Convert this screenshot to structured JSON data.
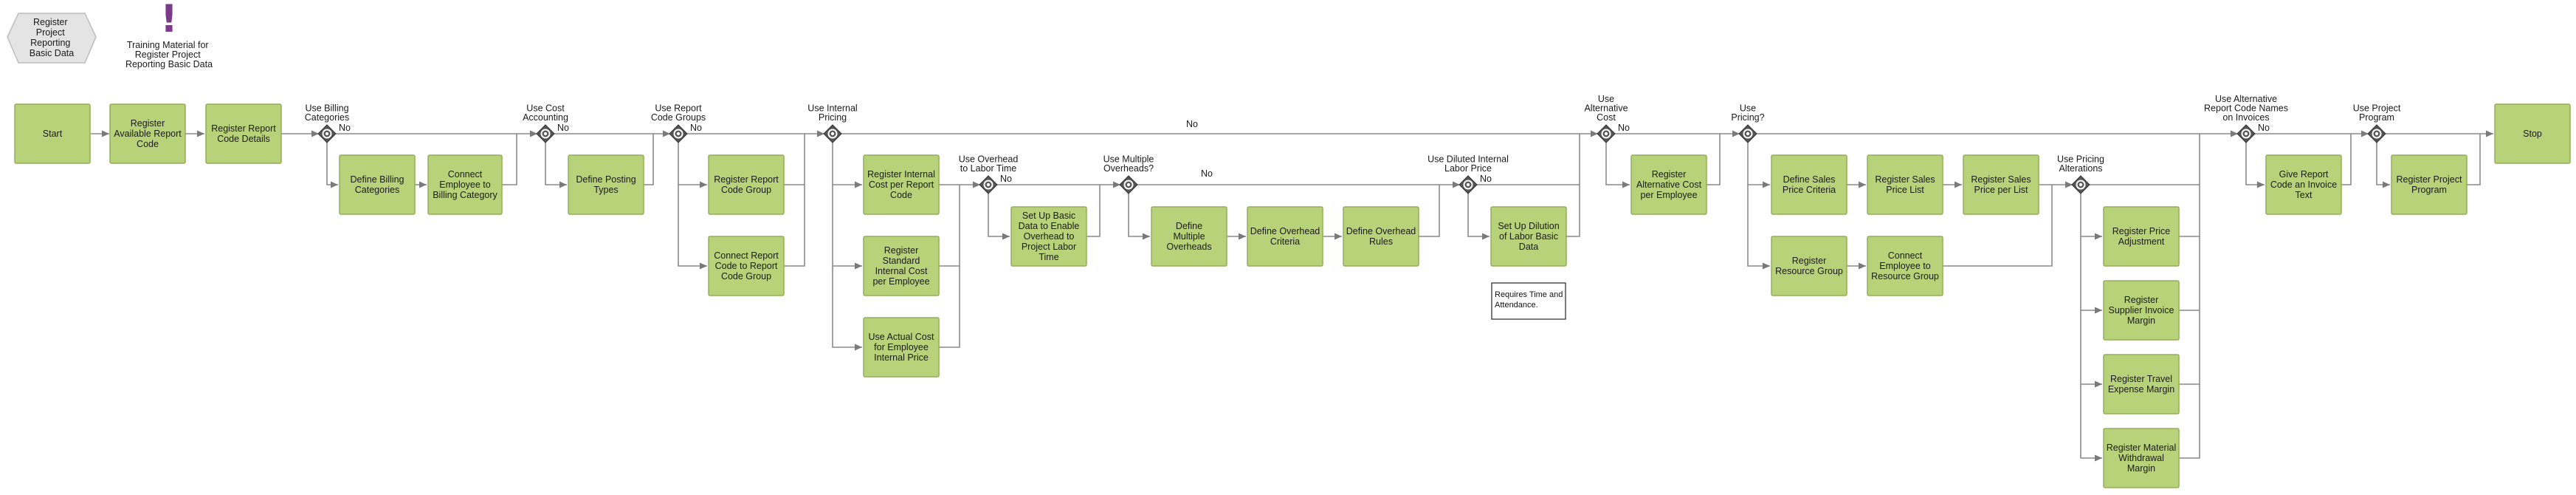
{
  "header": {
    "process_name": [
      "Register",
      "Project",
      "Reporting",
      "Basic Data"
    ],
    "training_label": [
      "Training Material for",
      "Register Project",
      "Reporting Basic Data"
    ],
    "training_mark": "!"
  },
  "colors": {
    "task": "#b8d27a",
    "task_border": "#94ad5a",
    "gateway": "#555555",
    "connector": "#8a8a8a",
    "training_icon": "#7b3a8a"
  },
  "tasks": [
    {
      "id": "start",
      "lines": [
        "Start"
      ]
    },
    {
      "id": "reg-available",
      "lines": [
        "Register",
        "Available Report",
        "Code"
      ]
    },
    {
      "id": "reg-details",
      "lines": [
        "Register Report",
        "Code Details"
      ]
    },
    {
      "id": "def-billing",
      "lines": [
        "Define Billing",
        "Categories"
      ]
    },
    {
      "id": "conn-billing",
      "lines": [
        "Connect",
        "Employee to",
        "Billing Category"
      ]
    },
    {
      "id": "def-posting",
      "lines": [
        "Define Posting",
        "Types"
      ]
    },
    {
      "id": "reg-group",
      "lines": [
        "Register Report",
        "Code Group"
      ]
    },
    {
      "id": "conn-group",
      "lines": [
        "Connect Report",
        "Code to Report",
        "Code Group"
      ]
    },
    {
      "id": "reg-internal",
      "lines": [
        "Register Internal",
        "Cost per Report",
        "Code"
      ]
    },
    {
      "id": "reg-standard",
      "lines": [
        "Register",
        "Standard",
        "Internal Cost",
        "per Employee"
      ]
    },
    {
      "id": "use-actual",
      "lines": [
        "Use Actual Cost",
        "for Employee",
        "Internal Price"
      ]
    },
    {
      "id": "setup-overhead",
      "lines": [
        "Set Up Basic",
        "Data to Enable",
        "Overhead to",
        "Project Labor",
        "Time"
      ]
    },
    {
      "id": "def-multiple",
      "lines": [
        "Define",
        "Multiple",
        "Overheads"
      ]
    },
    {
      "id": "def-criteria",
      "lines": [
        "Define Overhead",
        "Criteria"
      ]
    },
    {
      "id": "def-rules",
      "lines": [
        "Define Overhead",
        "Rules"
      ]
    },
    {
      "id": "setup-dilution",
      "lines": [
        "Set Up Dilution",
        "of Labor Basic",
        "Data"
      ]
    },
    {
      "id": "reg-alt-cost",
      "lines": [
        "Register",
        "Alternative Cost",
        "per Employee"
      ]
    },
    {
      "id": "def-sales-crit",
      "lines": [
        "Define Sales",
        "Price Criteria"
      ]
    },
    {
      "id": "reg-sales-list",
      "lines": [
        "Register Sales",
        "Price List"
      ]
    },
    {
      "id": "reg-sales-per",
      "lines": [
        "Register Sales",
        "Price per List"
      ]
    },
    {
      "id": "reg-resource",
      "lines": [
        "Register",
        "Resource Group"
      ]
    },
    {
      "id": "conn-resource",
      "lines": [
        "Connect",
        "Employee to",
        "Resource Group"
      ]
    },
    {
      "id": "reg-price-adj",
      "lines": [
        "Register Price",
        "Adjustment"
      ]
    },
    {
      "id": "reg-supplier",
      "lines": [
        "Register",
        "Supplier Invoice",
        "Margin"
      ]
    },
    {
      "id": "reg-travel",
      "lines": [
        "Register Travel",
        "Expense Margin"
      ]
    },
    {
      "id": "reg-material",
      "lines": [
        "Register Material",
        "Withdrawal",
        "Margin"
      ]
    },
    {
      "id": "give-report",
      "lines": [
        "Give Report",
        "Code an Invoice",
        "Text"
      ]
    },
    {
      "id": "reg-program",
      "lines": [
        "Register Project",
        "Program"
      ]
    },
    {
      "id": "stop",
      "lines": [
        "Stop"
      ]
    }
  ],
  "gateways": [
    {
      "id": "gw-billing",
      "label": [
        "Use Billing",
        "Categories"
      ],
      "no": "No"
    },
    {
      "id": "gw-accounting",
      "label": [
        "Use Cost",
        "Accounting"
      ],
      "no": "No"
    },
    {
      "id": "gw-groups",
      "label": [
        "Use Report",
        "Code Groups"
      ],
      "no": "No"
    },
    {
      "id": "gw-internal",
      "label": [
        "Use Internal",
        "Pricing"
      ],
      "no": ""
    },
    {
      "id": "gw-overhead",
      "label": [
        "Use Overhead",
        "to Labor Time"
      ],
      "no": "No"
    },
    {
      "id": "gw-multiple",
      "label": [
        "Use Multiple",
        "Overheads?"
      ],
      "no": ""
    },
    {
      "id": "gw-dilution",
      "label": [
        "Use Diluted Internal",
        "Labor Price"
      ],
      "no": "No"
    },
    {
      "id": "gw-altcost",
      "label": [
        "Use",
        "Alternative",
        "Cost"
      ],
      "no": "No"
    },
    {
      "id": "gw-pricing",
      "label": [
        "Use",
        "Pricing?"
      ],
      "no": ""
    },
    {
      "id": "gw-alterations",
      "label": [
        "Use Pricing",
        "Alterations"
      ],
      "no": ""
    },
    {
      "id": "gw-altnames",
      "label": [
        "Use Alternative",
        "Report Code Names",
        "on Invoices"
      ],
      "no": "No"
    },
    {
      "id": "gw-program",
      "label": [
        "Use Project",
        "Program"
      ],
      "no": ""
    }
  ],
  "edge_labels": {
    "no_main": "No",
    "no_multiple": "No"
  },
  "notes": [
    {
      "id": "note-attendance",
      "lines": [
        "Requires Time and",
        "Attendance."
      ]
    }
  ]
}
